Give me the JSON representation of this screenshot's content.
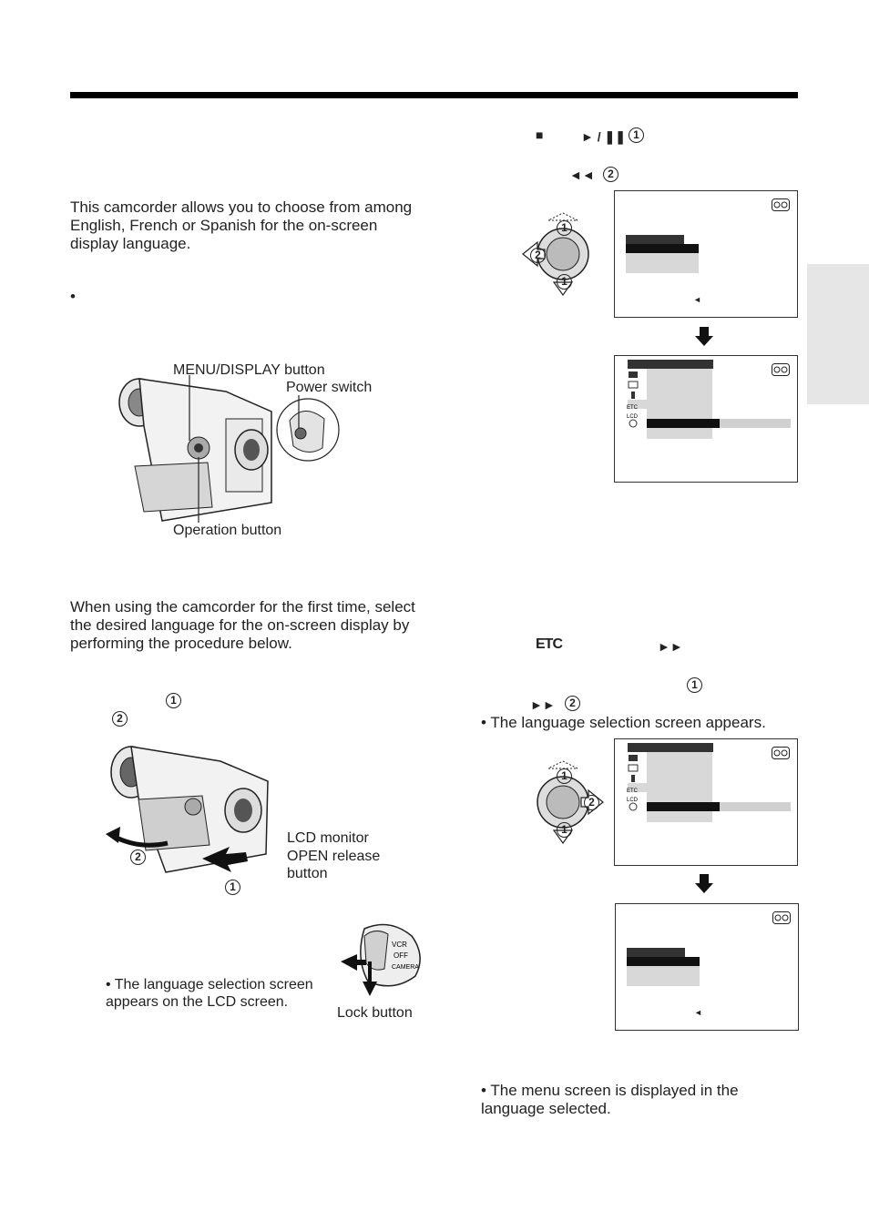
{
  "intro": {
    "paragraph": "This camcorder allows you to choose from among English, French or Spanish for the on-screen display language.",
    "bullet_symbol": "•"
  },
  "camera_diagram": {
    "menu_display_label": "MENU/DISPLAY button",
    "power_switch_label": "Power switch",
    "operation_button_label": "Operation button"
  },
  "first_time": {
    "paragraph": "When using the camcorder for the first time, select the desired language for the on-screen display by performing the procedure below.",
    "step_marker_1": "1",
    "step_marker_2": "2",
    "lcd_release_label": "LCD monitor OPEN release button",
    "diagram_marker_1": "1",
    "diagram_marker_2": "2",
    "language_bullet": "• The language selection screen appears on the LCD screen.",
    "lock_button_label": "Lock button",
    "power_dial": {
      "vcr": "VCR",
      "off": "OFF",
      "camera": "CAMERA"
    }
  },
  "right_column": {
    "stop_symbol": "■",
    "play_pause_symbol": "► / ❚❚",
    "marker_1": "1",
    "rewind_symbol": "◄◄",
    "marker_2": "2",
    "etc_symbol": "ETC",
    "ff_symbol": "►►",
    "marker_1b": "1",
    "ff_symbol_b": "►►",
    "marker_2b": "2",
    "language_screen_bullet": "• The language selection screen appears.",
    "menu_language_bullet": "• The menu screen is displayed in the language selected."
  },
  "menu_screen": {
    "icons": [
      "camera-icon",
      "effect-icon",
      "mic-icon",
      "etc-icon",
      "lcd-icon",
      "clock-icon"
    ],
    "etc_icon_text": "ETC",
    "lcd_icon_text": "LCD",
    "colors": {
      "highlight": "#111111",
      "menu_bg": "#d8d8d8",
      "header": "#333333"
    }
  },
  "dial": {
    "marker_1": "1",
    "marker_2": "2"
  }
}
